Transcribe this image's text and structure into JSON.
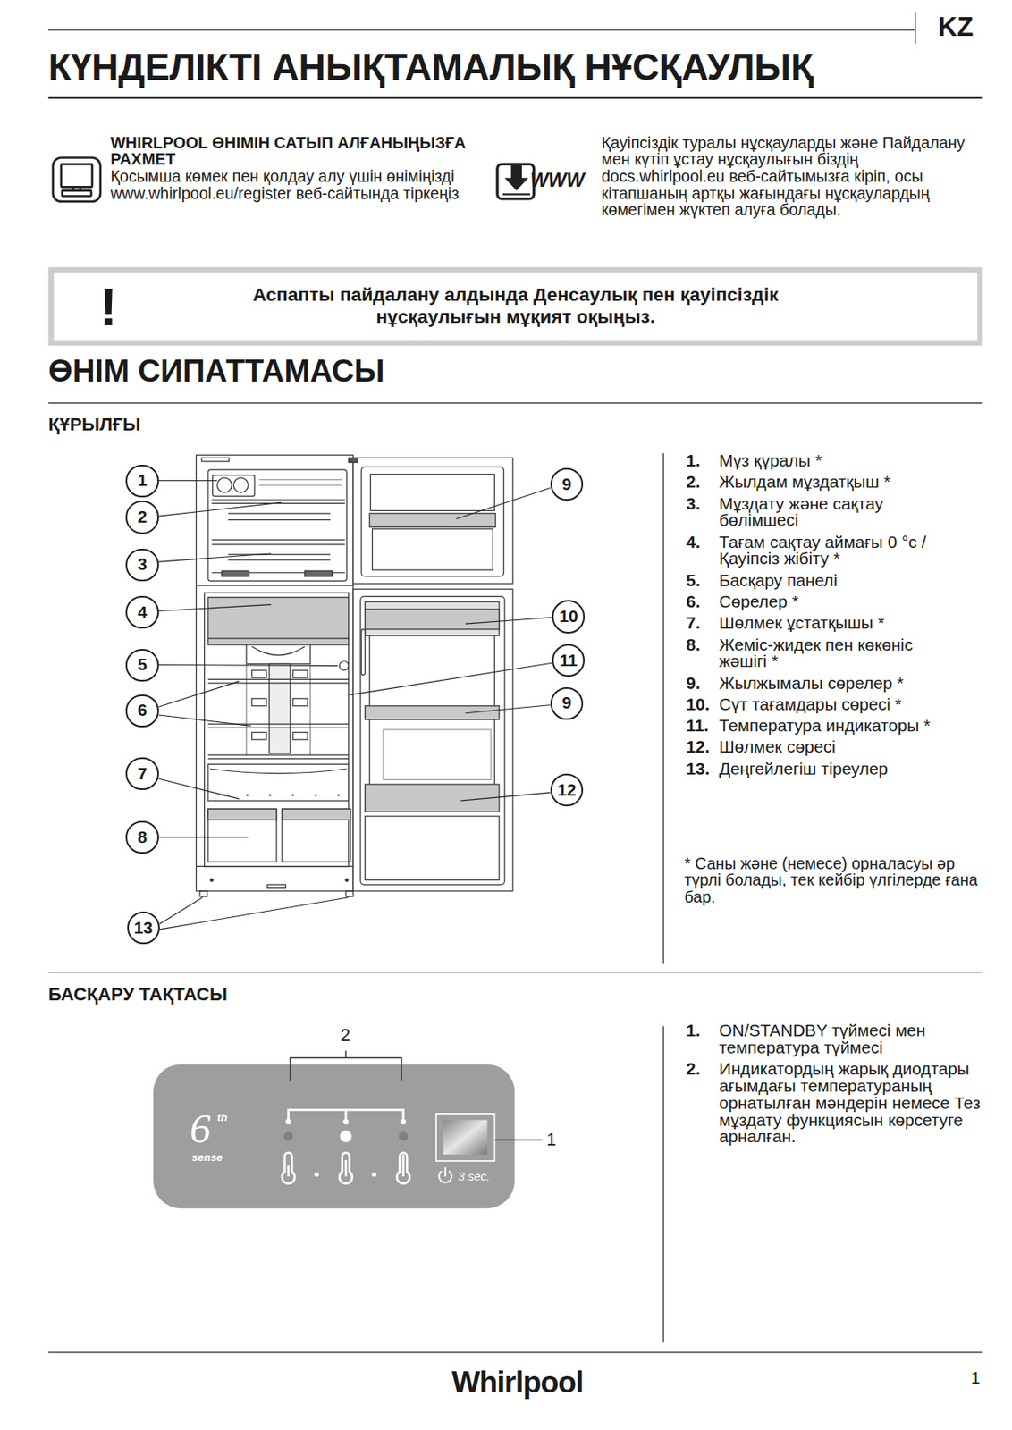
{
  "diagram": {
    "title": "КҮНДЕЛІКТІ АНЫҚТАМАЛЫҚ НҰСҚАУЛЫҚ",
    "nodes": [
      {
        "text": [
          "!",
          "Аспапты пайдалану алдында Денсаулық пен қауіпсіздік нұсқаулығын мұқият оқыңыз."
        ]
      },
      {
        "text": [
          "1"
        ]
      },
      {
        "text": [
          "2"
        ]
      },
      {
        "text": [
          "3"
        ]
      },
      {
        "text": [
          "4"
        ]
      },
      {
        "text": [
          "5"
        ]
      },
      {
        "text": [
          "6"
        ]
      },
      {
        "text": [
          "7"
        ]
      },
      {
        "text": [
          "8"
        ]
      },
      {
        "text": [
          "13"
        ]
      },
      {
        "text": [
          "9"
        ]
      },
      {
        "text": [
          "10"
        ]
      },
      {
        "text": [
          "11"
        ]
      },
      {
        "text": [
          "9"
        ]
      },
      {
        "text": [
          "12"
        ]
      },
      {
        "text": [
          "6",
          "th",
          "sense",
          "3 sec."
        ]
      }
    ],
    "labels": [
      "KZ",
      "WHIRLPOOL ӨНІМІН САТЫП АЛҒАНЫҢЫЗҒА РАХМЕТ",
      "Қосымша көмек пен қолдау алу үшін өніміңізді www.whirlpool.eu/register веб-сайтында тіркеңіз",
      "WWW",
      "Қауіпсіздік туралы нұсқауларды және Пайдалану мен күтіп ұстау нұсқаулығын біздің docs.whirlpool.eu веб-сайтымызға кіріп, осы кітапшаның артқы жағындағы нұсқаулардың көмегімен жүктеп алуға болады.",
      "ӨНІМ СИПАТТАМАСЫ",
      "ҚҰРЫЛҒЫ",
      "1.",
      "Мұз құралы *",
      "2.",
      "Жылдам мұздатқыш *",
      "3.",
      "Мұздату және сақтау бөлімшесі",
      "4.",
      "Тағам сақтау аймағы 0 °с / Қауіпсіз жібіту *",
      "5.",
      "Басқару панелі",
      "6.",
      "Сөрелер *",
      "7.",
      "Шөлмек ұстатқышы *",
      "8.",
      "Жеміс-жидек пен көкөніс жәшігі *",
      "9.",
      "Жылжымалы сөрелер *",
      "10.",
      "Сүт тағамдары сөресі *",
      "11.",
      "Температура индикаторы *",
      "12.",
      "Шөлмек сөресі",
      "13.",
      "Деңгейлегіш тіреулер",
      "* Саны және (немесе) орналасуы әр түрлі болады, тек кейбір үлгілерде ғана бар.",
      "БАСҚАРУ ТАҚТАСЫ",
      "2",
      "1",
      "1.",
      "ON/STANDBY түймесі мен температура түймесі",
      "2.",
      "Индикатордың жарық диодтары ағымдағы температураның орнатылған мәндерін немесе Тез мұздату функциясын көрсетуге арналған.",
      "Whirlpool",
      "1"
    ]
  }
}
